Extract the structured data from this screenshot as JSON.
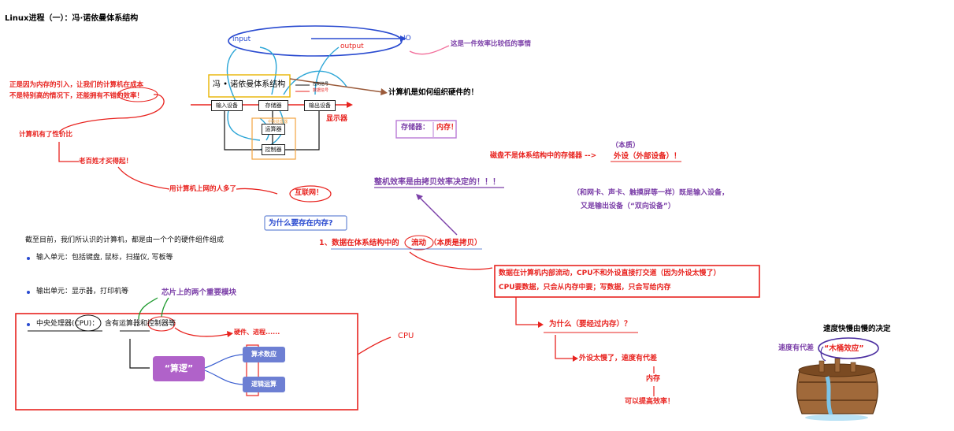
{
  "page_title": "Linux进程（一）：冯·诺依曼体系结构",
  "left_notes": {
    "memory_intro_1": "正是因为内存的引入，让我们的计算机在成本",
    "memory_intro_2": "不是特别高的情况下，还能拥有不错的效率！",
    "cost_perf": "计算机有了性价比",
    "afford": "老百姓才买得起！",
    "more_users": "用计算机上网的人多了",
    "internet": "互联网！"
  },
  "diagram": {
    "input_label": "input",
    "output_label": "output",
    "io_label": "IO",
    "io_note": "这是一件效率比较低的事情",
    "title_box": "冯 • 诺依曼体系结构",
    "input_device": "输入设备",
    "storage": "存储器",
    "output_device": "输出设备",
    "alu": "运算器",
    "controller": "控制器",
    "cpu_tag": "中央处理器",
    "control_signal": "控制信号",
    "data_signal": "数据信号",
    "display": "显示器",
    "how_organized": "计算机是如何组织硬件的！"
  },
  "storage_note": {
    "label": "存储器：",
    "value": "内存！"
  },
  "disk_note": {
    "essence": "（本质）",
    "line": "磁盘不是体系结构中的存储器 --> ",
    "peripheral": "外设（外部设备）！",
    "both_1": "（和网卡、声卡、触摸屏等一样）既是输入设备，",
    "both_2": "又是输出设备（“双向设备”）"
  },
  "efficiency_note": "整机效率是由拷贝效率决定的！！！",
  "why_memory": "为什么要存在内存?",
  "flow_note": {
    "prefix": "1、数据在体系结构中的",
    "flow": "流动",
    "suffix": "（本质是拷贝）"
  },
  "cpu_rule": {
    "line1": "数据在计算机内部流动，CPU不和外设直接打交道（因为外设太慢了）",
    "line2": "CPU要数据，只会从内存中要；写数据，只会写给内存"
  },
  "why_through_memory": "为什么（要经过内存）？",
  "peripheral_slow": "外设太慢了，速度有代差",
  "memory_word": "内存",
  "improve": "可以提高效率！",
  "barrel": {
    "title": "速度快慢由慢的决定",
    "gap": "速度有代差",
    "effect": "“木桶效应”"
  },
  "hardware": {
    "intro": "截至目前，我们所认识的计算机，都是由一个个的硬件组件组成",
    "input_unit": "输入单元：包括键盘, 鼠标，扫描仪, 写板等",
    "output_unit": "输出单元：显示器，打印机等",
    "cpu_unit_a": "中央处理器(CPU)：",
    "cpu_unit_b": "含有运算器和控制器等",
    "chip_modules": "芯片上的两个重要模块",
    "hw_process": "硬件、进程......",
    "cpu_label": "CPU",
    "compute": "“算逻”",
    "arith": "算术数应",
    "logic": "逻辑运算"
  },
  "colors": {
    "red": "#e8231f",
    "purple": "#7b3fa8",
    "blue": "#2a4bd0",
    "cyan": "#2aa5d6",
    "green": "#1e9a2e",
    "pink": "#f26d9a",
    "brown": "#9a5a3a"
  }
}
